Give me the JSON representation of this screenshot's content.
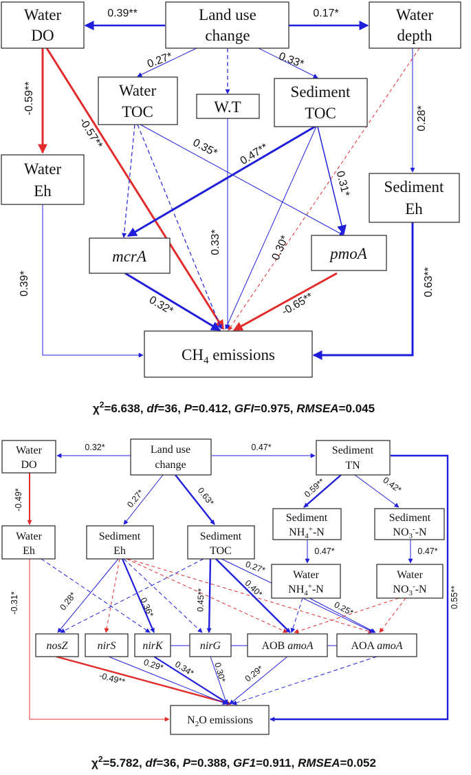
{
  "diagram1": {
    "nodes": {
      "water_do": [
        "Water",
        "DO"
      ],
      "land_use": [
        "Land use",
        "change"
      ],
      "water_depth": [
        "Water",
        "depth"
      ],
      "water_toc": [
        "Water",
        "TOC"
      ],
      "wt": "W.T",
      "sediment_toc": [
        "Sediment",
        "TOC"
      ],
      "water_eh": [
        "Water",
        "Eh"
      ],
      "sediment_eh": [
        "Sediment",
        "Eh"
      ],
      "mcra": "mcrA",
      "pmoa": "pmoA",
      "ch4": {
        "a": "CH",
        "sub": "4",
        "b": " emissions"
      }
    },
    "coefs": {
      "lu_do": "0.39**",
      "lu_depth": "0.17*",
      "lu_wtoc": "0.27*",
      "lu_stoc": "0.33*",
      "do_eh": "-0.59**",
      "do_ch4": "-0.57**",
      "wtoc_pmoa": "0.35*",
      "stoc_mcra": "0.47**",
      "stoc_pmoa": "0.31*",
      "depth_seh": "0.28*",
      "wt_ch4": "0.33*",
      "stoc_ch4": "0.30*",
      "weh_ch4": "0.39*",
      "mcra_ch4": "0.32*",
      "pmoa_ch4": "-0.65**",
      "seh_ch4": "0.63**"
    },
    "stats": {
      "chi": "χ",
      "chi_sup": "2",
      "chi_val": "=6.638, ",
      "df_label": "df",
      "df_val": "=36, ",
      "p_label": "P",
      "p_val": "=0.412, ",
      "gfi_label": "GFI",
      "gfi_val": "=0.975, ",
      "rmsea_label": "RMSEA",
      "rmsea_val": "=0.045"
    }
  },
  "diagram2": {
    "nodes": {
      "water_do": [
        "Water",
        "DO"
      ],
      "land_use": [
        "Land use",
        "change"
      ],
      "sediment_tn": [
        "Sediment",
        "TN"
      ],
      "water_eh": [
        "Water",
        "Eh"
      ],
      "sediment_eh": [
        "Sediment",
        "Eh"
      ],
      "sediment_toc": [
        "Sediment",
        "TOC"
      ],
      "sed_nh4": {
        "l1": "Sediment",
        "a": "NH",
        "sub": "4",
        "sup": "+",
        "b": "-N"
      },
      "sed_no3": {
        "l1": "Sediment",
        "a": "NO",
        "sub": "3",
        "sup": "-",
        "b": "-N"
      },
      "water_nh4": {
        "l1": "Water",
        "a": "NH",
        "sub": "4",
        "sup": "+",
        "b": "-N"
      },
      "water_no3": {
        "l1": "Water",
        "a": "NO",
        "sub": "3",
        "sup": "-",
        "b": "-N"
      },
      "nosz": "nosZ",
      "nirs": "nirS",
      "nirk": "nirK",
      "nirg": "nirG",
      "aob": {
        "a": "AOB ",
        "b": "amoA"
      },
      "aoa": {
        "a": "AOA ",
        "b": "amoA"
      },
      "n2o": {
        "a": "N",
        "sub": "2",
        "b": "O emissions"
      }
    },
    "coefs": {
      "lu_do": "0.32*",
      "lu_tn": "0.47*",
      "do_eh": "-0.49*",
      "lu_seh": "0.27*",
      "lu_stoc": "0.63*",
      "tn_nh4": "0.59**",
      "tn_no3": "0.42*",
      "nh4_wnh4": "0.47*",
      "no3_wno3": "0.47*",
      "weh_n2o": "-0.31*",
      "tn_n2o": "0.55**",
      "seh_nosz": "0.28*",
      "seh_nirk": "0.36*",
      "stoc_nirg": "0.45**",
      "stoc_aob": "0.40*",
      "stoc_aoa": "0.27*",
      "wnh4_aoa": "0.25*",
      "nosz_n2o": "-0.49**",
      "nirk_n2o": "0.29*",
      "nirk_n2o_b": "0.34*",
      "nirg_n2o": "0.30*",
      "aob_n2o": "0.29*"
    },
    "stats": {
      "chi": "χ",
      "chi_sup": "2",
      "chi_val": "=5.782, ",
      "df_label": "df",
      "df_val": "=36, ",
      "p_label": "P",
      "p_val": "=0.388, ",
      "gfi_label": "GF1",
      "gfi_val": "=0.911, ",
      "rmsea_label": "RMSEA",
      "rmsea_val": "=0.052"
    }
  },
  "colors": {
    "positive": "#1f1fdb",
    "negative": "#e32b2b",
    "box_border": "#333333",
    "text": "#111111"
  }
}
